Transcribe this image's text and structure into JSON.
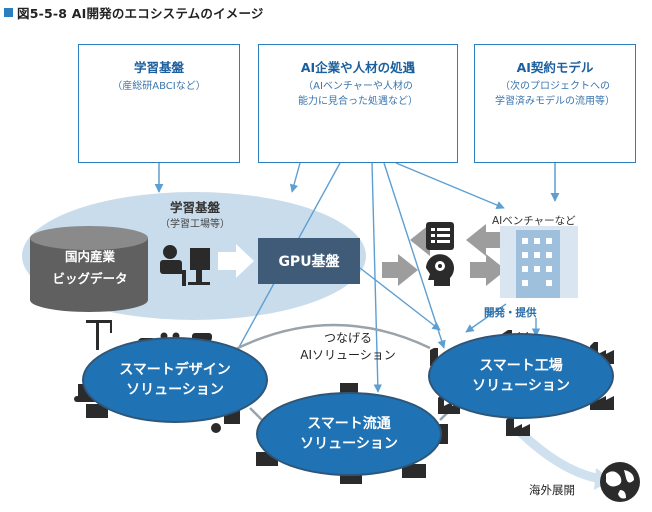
{
  "figure": {
    "title": "図5-5-8 AI開発のエコシステムのイメージ"
  },
  "boxes": {
    "infra": {
      "title": "学習基盤",
      "sub": [
        "（産総研ABCIなど）"
      ]
    },
    "talent": {
      "title": "AI企業や人材の処遇",
      "sub": [
        "（AIベンチャーや人材の",
        "能力に見合った処遇など）"
      ]
    },
    "contract": {
      "title": "AI契約モデル",
      "sub": [
        "（次のプロジェクトへの",
        "学習済みモデルの流用等）"
      ]
    }
  },
  "platform": {
    "title": "学習基盤",
    "sub": "（学習工場等）",
    "bigdata": [
      "国内産業",
      "ビッグデータ"
    ],
    "gpu": "GPU基盤"
  },
  "labels": {
    "venture": "AIベンチャーなど",
    "devprovide": "開発・提供",
    "connect": [
      "つなげる",
      "AIソリューション"
    ],
    "overseas": "海外展開"
  },
  "solutions": {
    "design": [
      "スマートデザイン",
      "ソリューション"
    ],
    "logistics": [
      "スマート流通",
      "ソリューション"
    ],
    "factory": [
      "スマート工場",
      "ソリューション"
    ]
  },
  "colors": {
    "accent": "#2c7fbe",
    "solution": "#1f72b4",
    "platform": "#c9dcec",
    "gpu": "#3f5b77"
  }
}
